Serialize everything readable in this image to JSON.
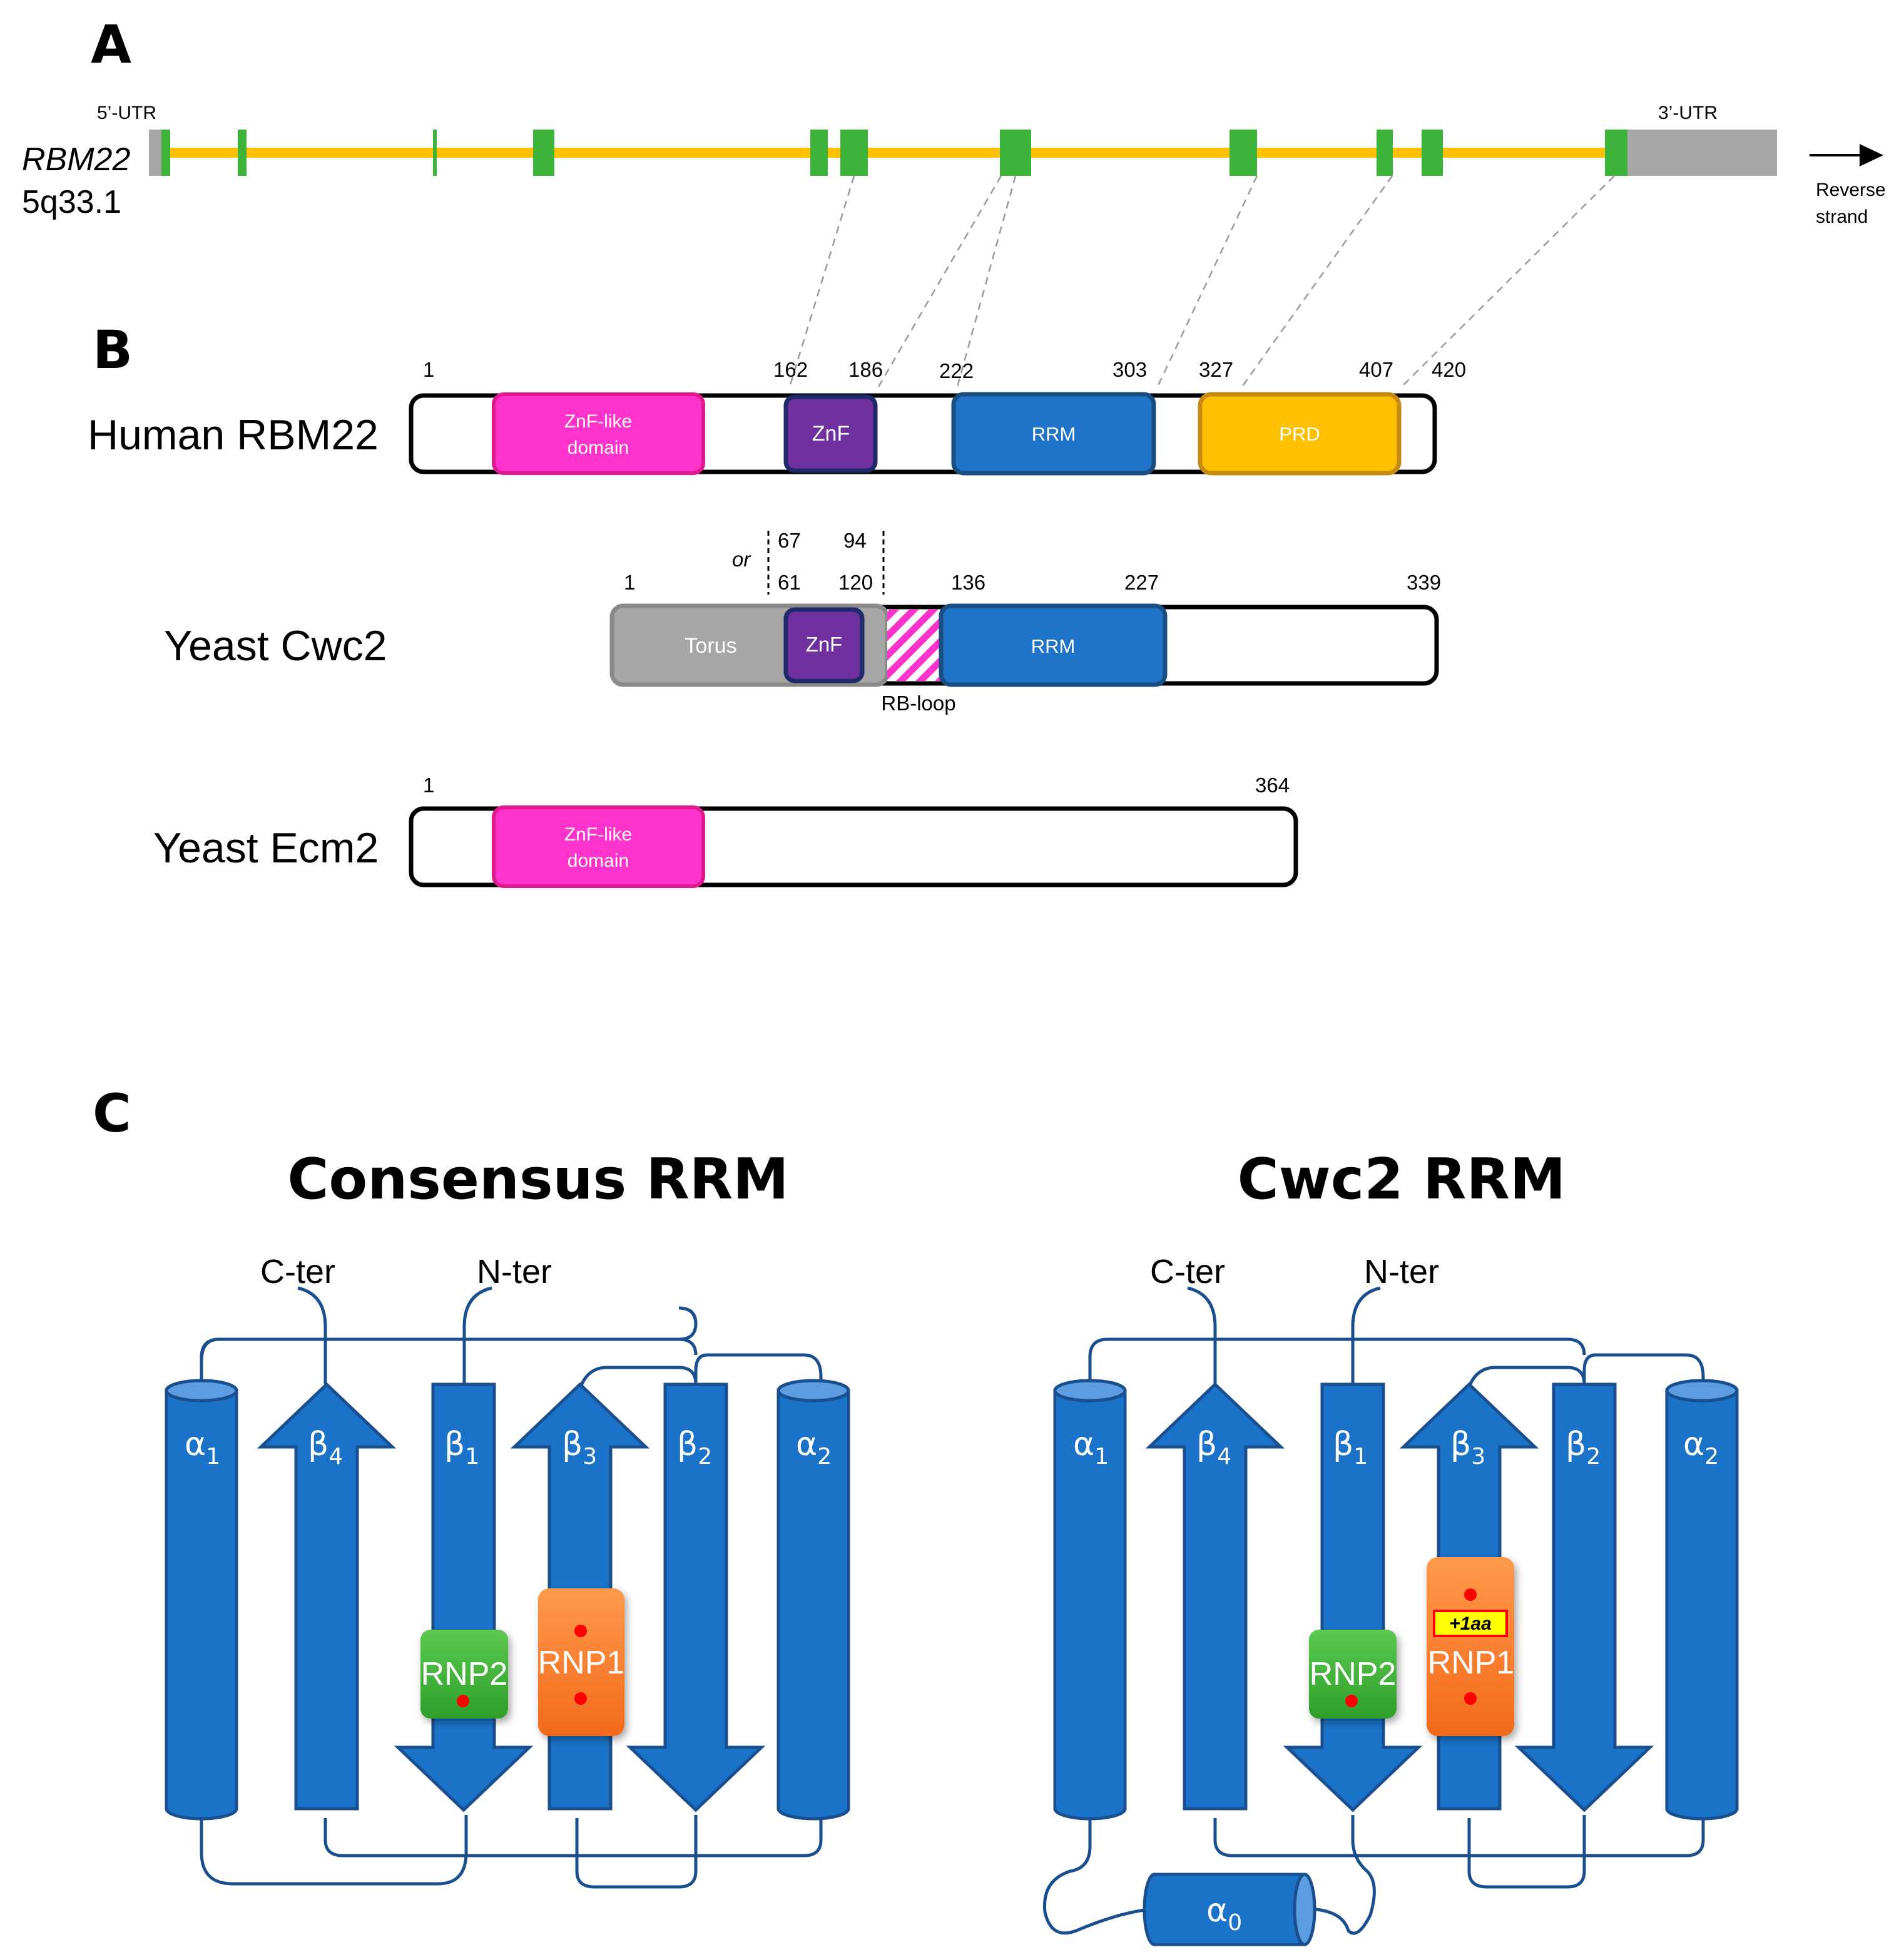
{
  "panels": {
    "a": "A",
    "b": "B",
    "c": "C"
  },
  "gene": {
    "name": "RBM22",
    "locus": "5q33.1",
    "utr5": "5’-UTR",
    "utr3": "3’-UTR",
    "strand_line1": "Reverse",
    "strand_line2": "strand"
  },
  "proteins": {
    "human": {
      "name": "Human RBM22",
      "positions": {
        "p1": "1",
        "p162": "162",
        "p186": "186",
        "p222": "222",
        "p303": "303",
        "p327": "327",
        "p407": "407",
        "p420": "420"
      },
      "znf_like_line1": "ZnF-like",
      "znf_like_line2": "domain",
      "znf": "ZnF",
      "rrm": "RRM",
      "prd": "PRD"
    },
    "cwc2": {
      "name": "Yeast Cwc2",
      "or": "or",
      "positions": {
        "p67": "67",
        "p94": "94",
        "p1": "1",
        "p61": "61",
        "p120": "120",
        "p136": "136",
        "p227": "227",
        "p339": "339"
      },
      "torus": "Torus",
      "znf": "ZnF",
      "rrm": "RRM",
      "rb_loop": "RB-loop"
    },
    "ecm2": {
      "name": "Yeast Ecm2",
      "positions": {
        "p1": "1",
        "p364": "364"
      },
      "znf_like_line1": "ZnF-like",
      "znf_like_line2": "domain"
    }
  },
  "rrm": {
    "consensus_title": "Consensus RRM",
    "cwc2_title": "Cwc2 RRM",
    "c_ter": "C-ter",
    "n_ter": "N-ter",
    "alpha": "α",
    "beta": "β",
    "sub1": "1",
    "sub2": "2",
    "sub3": "3",
    "sub4": "4",
    "sub0": "0",
    "rnp1": "RNP1",
    "rnp2": "RNP2",
    "insertion": "+1aa"
  },
  "colors": {
    "exon": "#3db33a",
    "intron": "#ffc000",
    "utr": "#a6a6a6",
    "magenta": "#ff33cc",
    "purple": "#7030a0",
    "rrm_blue": "#1f73c9",
    "prd_gold": "#ffc000",
    "helix_blue": "#1a73c8",
    "rnp1": "#ff7f27",
    "rnp2": "#3db33a"
  }
}
